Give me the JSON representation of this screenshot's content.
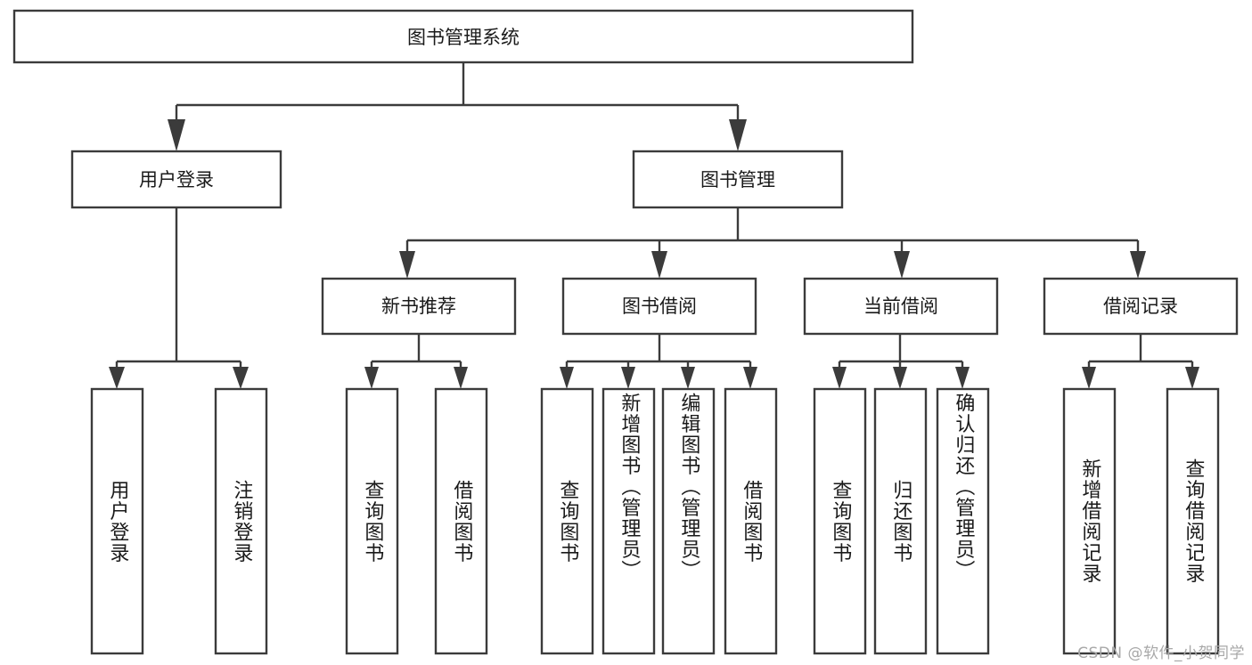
{
  "diagram": {
    "title": "图书管理系统",
    "type": "tree-hierarchy-diagram",
    "colors": {
      "box_stroke": "#3b3b3b",
      "box_fill": "#ffffff",
      "text": "#1a1a1a",
      "background": "#ffffff",
      "watermark": "#a8a8a8"
    },
    "root": {
      "label": "图书管理系统",
      "orientation": "horizontal"
    },
    "level2": [
      {
        "label": "用户登录",
        "orientation": "horizontal"
      },
      {
        "label": "图书管理",
        "orientation": "horizontal"
      }
    ],
    "level3": [
      {
        "label": "新书推荐",
        "orientation": "horizontal",
        "parent": "图书管理"
      },
      {
        "label": "图书借阅",
        "orientation": "horizontal",
        "parent": "图书管理"
      },
      {
        "label": "当前借阅",
        "orientation": "horizontal",
        "parent": "图书管理"
      },
      {
        "label": "借阅记录",
        "orientation": "horizontal",
        "parent": "图书管理"
      }
    ],
    "leaves": {
      "用户登录": [
        {
          "label": "用户登录",
          "orientation": "vertical"
        },
        {
          "label": "注销登录",
          "orientation": "vertical"
        }
      ],
      "新书推荐": [
        {
          "label": "查询图书",
          "orientation": "vertical"
        },
        {
          "label": "借阅图书",
          "orientation": "vertical"
        }
      ],
      "图书借阅": [
        {
          "label": "查询图书",
          "orientation": "vertical"
        },
        {
          "label": "新增图书（管理员）",
          "orientation": "vertical"
        },
        {
          "label": "编辑图书（管理员）",
          "orientation": "vertical"
        },
        {
          "label": "借阅图书",
          "orientation": "vertical"
        }
      ],
      "当前借阅": [
        {
          "label": "查询图书",
          "orientation": "vertical"
        },
        {
          "label": "归还图书",
          "orientation": "vertical"
        },
        {
          "label": "确认归还（管理员）",
          "orientation": "vertical"
        }
      ],
      "借阅记录": [
        {
          "label": "新增借阅记录",
          "orientation": "vertical"
        },
        {
          "label": "查询借阅记录",
          "orientation": "vertical"
        }
      ]
    }
  },
  "watermark": {
    "text": "CSDN @软件_小贺同学"
  }
}
